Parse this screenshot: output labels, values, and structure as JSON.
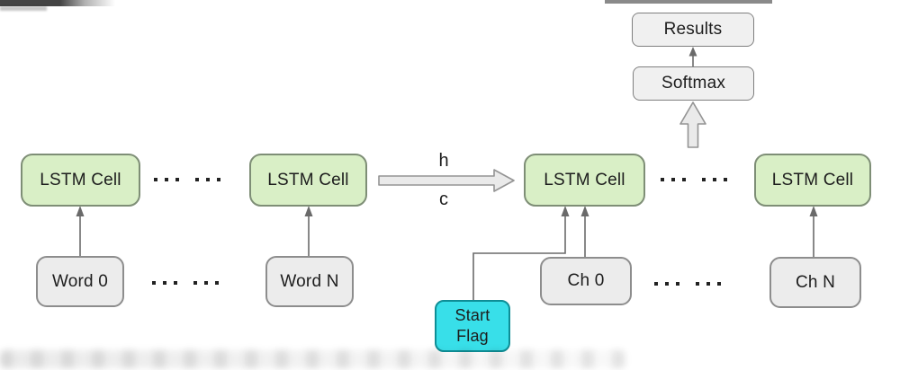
{
  "colors": {
    "cell-fill": "#d9efc6",
    "cell-border": "#7e8e76",
    "box-fill": "#ececec",
    "box-border": "#8d8d8d",
    "out-fill": "#f0f0f0",
    "out-border": "#7f7f7f",
    "flag-fill": "#38dfe9",
    "flag-border": "#0e8e96",
    "hollow-fill": "#eaeaea",
    "hollow-border": "#949494",
    "line": "#6a6a6a",
    "text": "#1d1d1d"
  },
  "nodes": {
    "lstm_cells": [
      "LSTM Cell",
      "LSTM Cell",
      "LSTM Cell",
      "LSTM Cell"
    ],
    "word_inputs": [
      "Word 0",
      "Word N"
    ],
    "char_inputs": [
      "Ch 0",
      "Ch N"
    ],
    "start_flag": "Start Flag",
    "softmax": "Softmax",
    "results": "Results"
  },
  "edge_labels": {
    "hidden_state": "h",
    "cell_state": "c"
  }
}
